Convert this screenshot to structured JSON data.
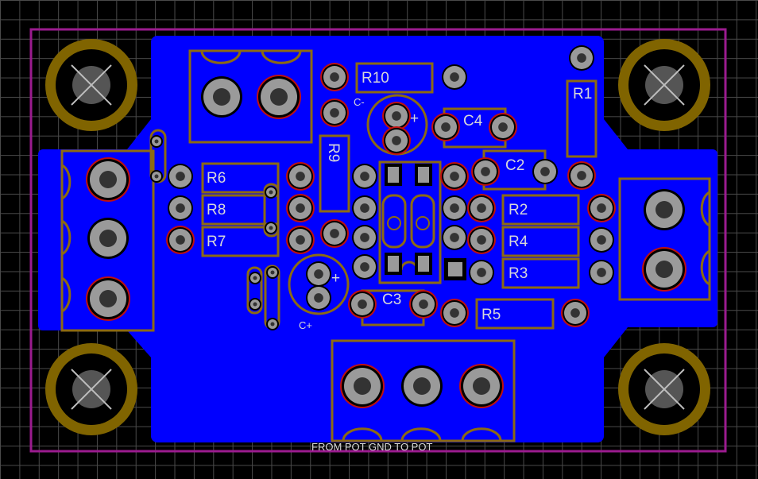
{
  "board": {
    "colors": {
      "background": "#000000",
      "grid": "#4a4a4a",
      "copper_pour": "#0000ff",
      "silkscreen": "#8c6a13",
      "pad": "#9a9a9a",
      "pad_ring": "#c01010",
      "outline": "#9b1b8f",
      "mount_ring": "#806400"
    },
    "labels": {
      "r10": "R10",
      "r1": "R1",
      "r9": "R9",
      "c4": "C4",
      "c2": "C2",
      "r6": "R6",
      "r8": "R8",
      "r7": "R7",
      "r2": "R2",
      "r4": "R4",
      "r3": "R3",
      "r5": "R5",
      "c3": "C3",
      "c_minus": "C-",
      "c_plus": "C+",
      "plus_top": "+",
      "plus_bottom": "+",
      "bottom_text": "FROM POT GND  TO POT"
    }
  }
}
